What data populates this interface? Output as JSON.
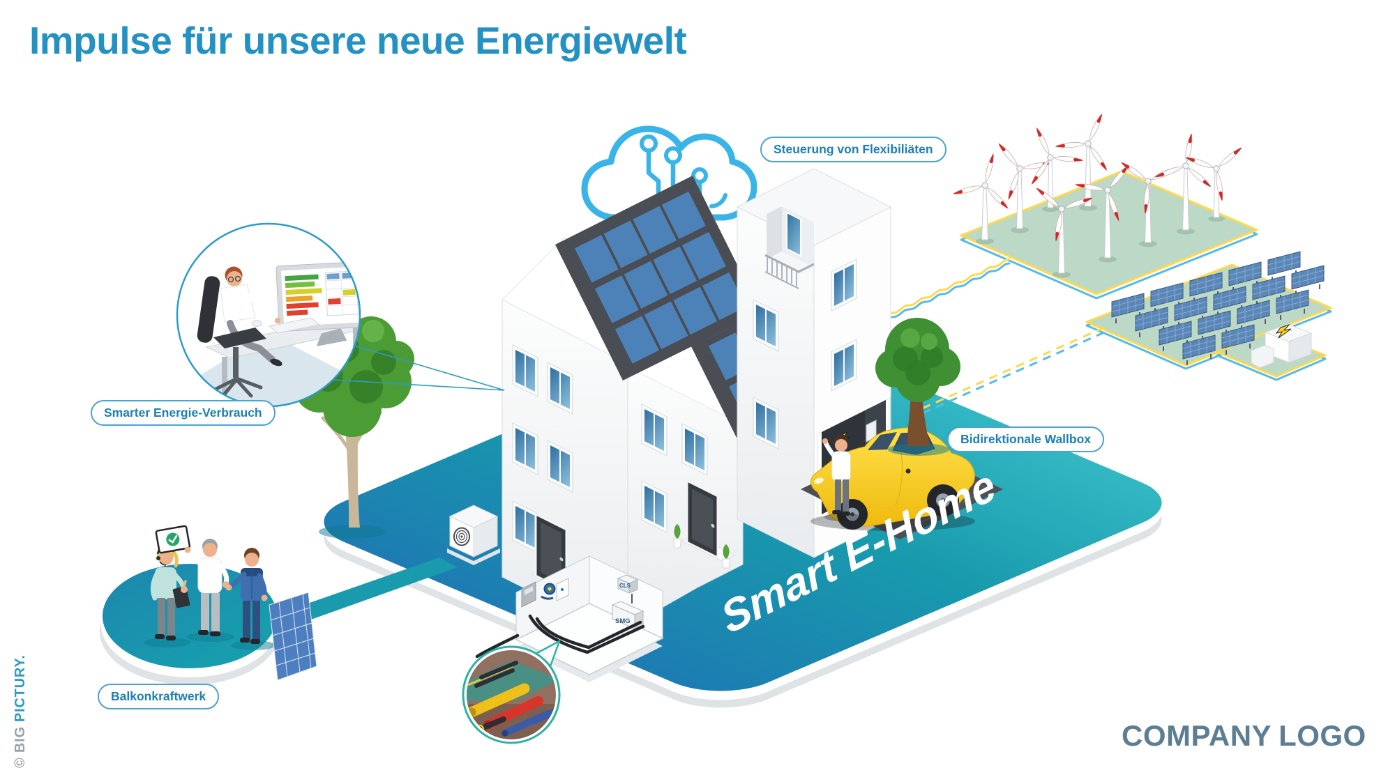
{
  "title": {
    "text": "Impulse für unsere neue Energiewelt"
  },
  "labels": {
    "flexibility": "Steuerung von Flexibiliäten",
    "consumption": "Smarter Energie-Verbrauch",
    "wallbox": "Bidirektionale Wallbox",
    "balcony": "Balkonkraftwerk"
  },
  "platform": {
    "label": "Smart E-Home"
  },
  "basement": {
    "cls": "CLS",
    "smg": "SMG"
  },
  "branding": {
    "company": "COMPANY",
    "logo": "LOGO"
  },
  "watermark": {
    "copyright": "© BIG",
    "brand": "PICTURY."
  },
  "colors": {
    "accent_blue": "#2392c2",
    "pill_text": "#1d7fb4",
    "cloud_blue": "#39b4e9",
    "platform_blue": "#1d7cb2",
    "platform_teal": "#33b7c3",
    "panel_blue": "#4d82b8",
    "wind_field_green": "#bcd8c6",
    "connector_yellow": "#ffd94a",
    "connector_blue": "#54bce8",
    "car_yellow": "#ffd21e",
    "logo_gray": "#5d7e92",
    "callout_ring_teal": "#2bb3a0"
  }
}
